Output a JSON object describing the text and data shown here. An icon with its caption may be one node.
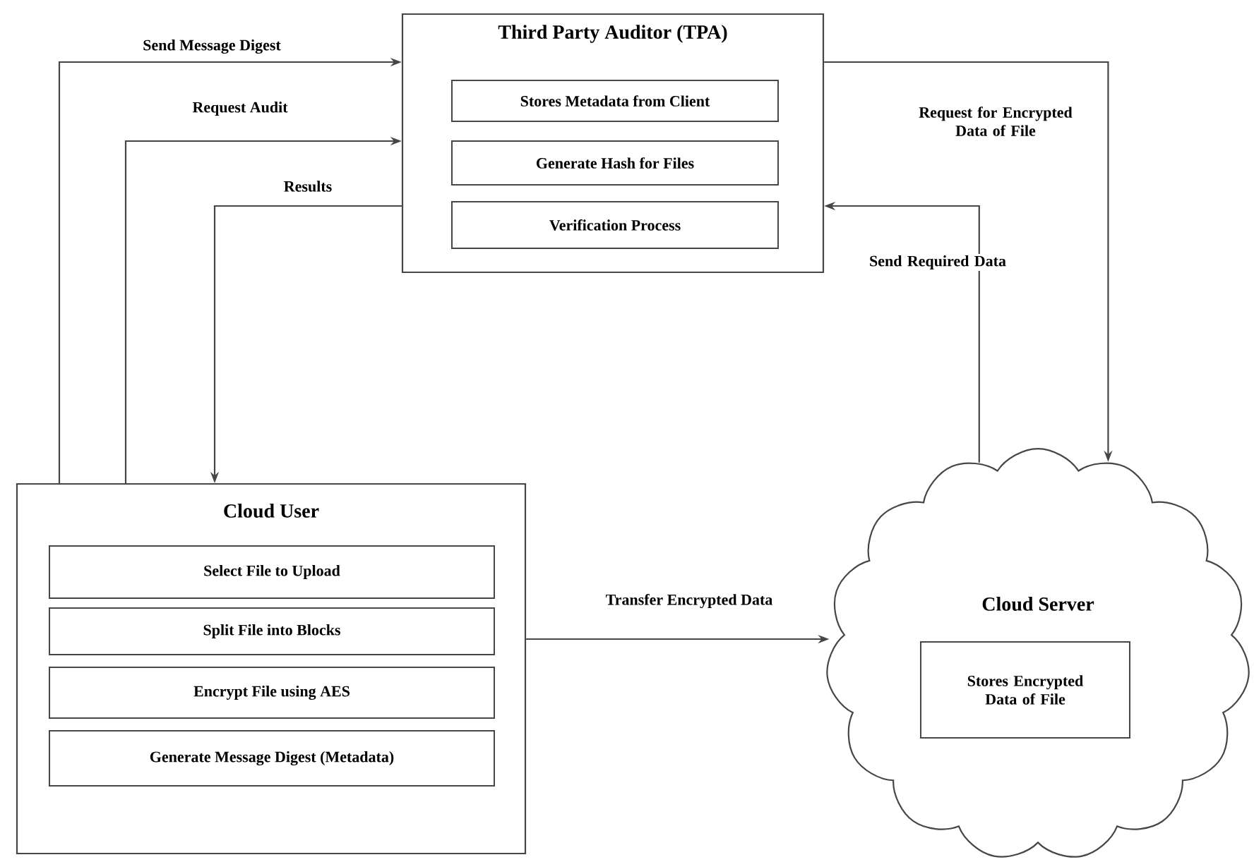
{
  "diagram": {
    "nodes": [
      {
        "text": [
          "Third Party Auditor (TPA)"
        ]
      },
      {
        "text": [
          "Stores Metadata from Client"
        ],
        "in": 0
      },
      {
        "text": [
          "Generate Hash for Files"
        ],
        "in": 0
      },
      {
        "text": [
          "Verification Process"
        ],
        "in": 0
      },
      {
        "text": [
          "Cloud User"
        ]
      },
      {
        "text": [
          "Select File to Upload"
        ],
        "in": 4
      },
      {
        "text": [
          "Split File into Blocks"
        ],
        "in": 4
      },
      {
        "text": [
          "Encrypt File using AES"
        ],
        "in": 4
      },
      {
        "text": [
          "Generate Message Digest (Metadata)"
        ],
        "in": 4
      },
      {
        "text": [
          "Cloud Server"
        ]
      },
      {
        "text": [
          "Stores Encrypted Data of File"
        ],
        "in": 9
      }
    ],
    "edges": [
      {
        "from": 4,
        "to": 0,
        "arrow": "to",
        "label": "Send Message Digest"
      },
      {
        "from": 4,
        "to": 0,
        "arrow": "to",
        "label": "Request Audit"
      },
      {
        "from": 0,
        "to": 4,
        "arrow": "to",
        "label": "Results"
      },
      {
        "from": 0,
        "to": 9,
        "arrow": "to",
        "label": "Request for Encrypted Data of File"
      },
      {
        "from": 9,
        "to": 0,
        "arrow": "to",
        "label": "Send Required Data"
      },
      {
        "from": 4,
        "to": 9,
        "arrow": "to",
        "label": "Transfer Encrypted Data"
      }
    ]
  }
}
